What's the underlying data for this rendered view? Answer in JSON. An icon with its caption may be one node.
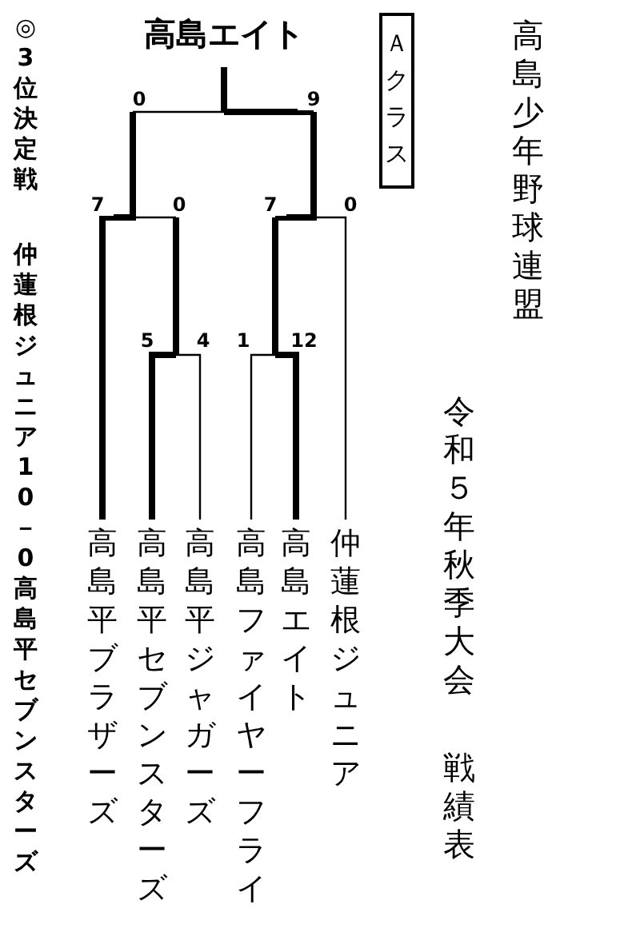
{
  "diagram": {
    "nodes": [
      {
        "text": [
          "高島エイト"
        ]
      },
      {
        "text": [
          "Ａクラス"
        ]
      },
      {
        "text": [
          "高島平ブラザーズ"
        ]
      },
      {
        "text": [
          "高島平セブンスターズ"
        ]
      },
      {
        "text": [
          "高島平ジャガーズ"
        ]
      },
      {
        "text": [
          "高島ファイヤーフライ"
        ]
      },
      {
        "text": [
          "高島エイト"
        ]
      },
      {
        "text": [
          "仲蓮根ジュニア"
        ]
      }
    ],
    "edges": [],
    "labels": [
      "高島少年野球連盟",
      "令和５年秋季大会",
      "戦績表",
      "◎3位決定戦",
      "仲蓮根ジュニア10－0高島平セブンスターズ",
      "0",
      "9",
      "7",
      "0",
      "7",
      "0",
      "5",
      "4",
      "1",
      "12"
    ]
  }
}
